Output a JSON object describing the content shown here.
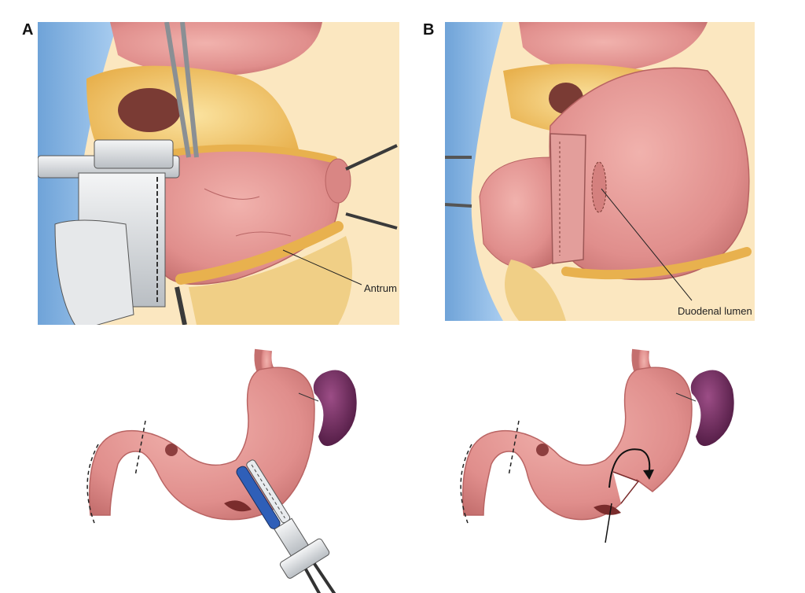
{
  "panels": {
    "a": {
      "letter": "A",
      "label": "Antrum"
    },
    "b": {
      "letter": "B",
      "label": "Duodenal lumen"
    }
  },
  "colors": {
    "tissue": "#e59a98",
    "tissue_dark": "#c97775",
    "fat": "#f2c46a",
    "drape": "#8fbbe6",
    "spleen": "#6d2a5c",
    "stapler_blue": "#2f5fb8",
    "metal": "#d9dcdf"
  },
  "icons": [
    "stapler-icon",
    "clamp-icon",
    "forceps-icon",
    "rotation-arrow-icon"
  ]
}
